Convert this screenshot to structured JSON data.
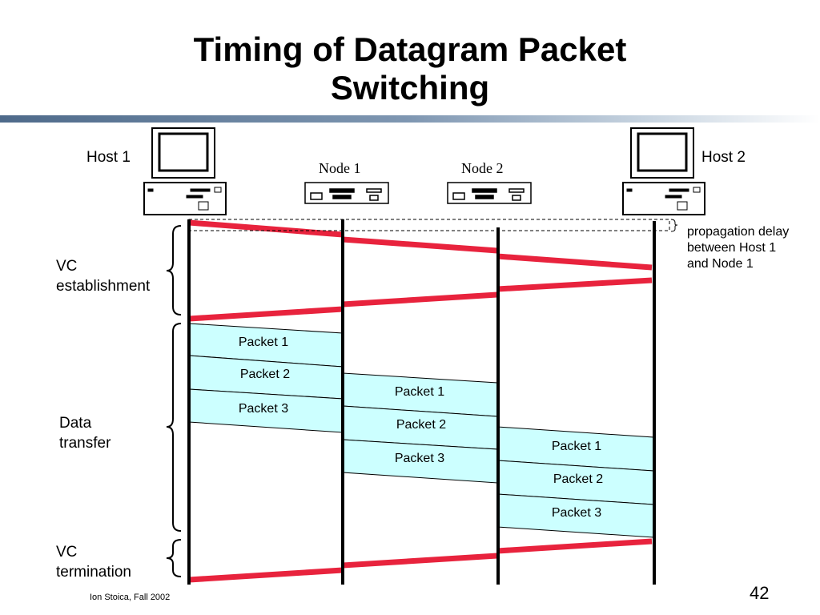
{
  "title_line1": "Timing of Datagram Packet",
  "title_line2": "Switching",
  "labels": {
    "host1": "Host 1",
    "host2": "Host 2",
    "node1": "Node 1",
    "node2": "Node 2",
    "vc_establishment_1": "VC",
    "vc_establishment_2": "establishment",
    "data_transfer_1": "Data",
    "data_transfer_2": "transfer",
    "vc_termination_1": "VC",
    "vc_termination_2": "termination"
  },
  "annotation": {
    "line1": "propagation delay",
    "line2": "between Host 1",
    "line3": "and Node 1"
  },
  "packets": {
    "link1": [
      "Packet 1",
      "Packet 2",
      "Packet 3"
    ],
    "link2": [
      "Packet 1",
      "Packet 2",
      "Packet 3"
    ],
    "link3": [
      "Packet 1",
      "Packet 2",
      "Packet 3"
    ]
  },
  "colors": {
    "signal": "#e8233d",
    "packet_fill": "#ccffff",
    "timeline": "#000000"
  },
  "footer": "Ion Stoica, Fall 2002",
  "page_number": "42"
}
